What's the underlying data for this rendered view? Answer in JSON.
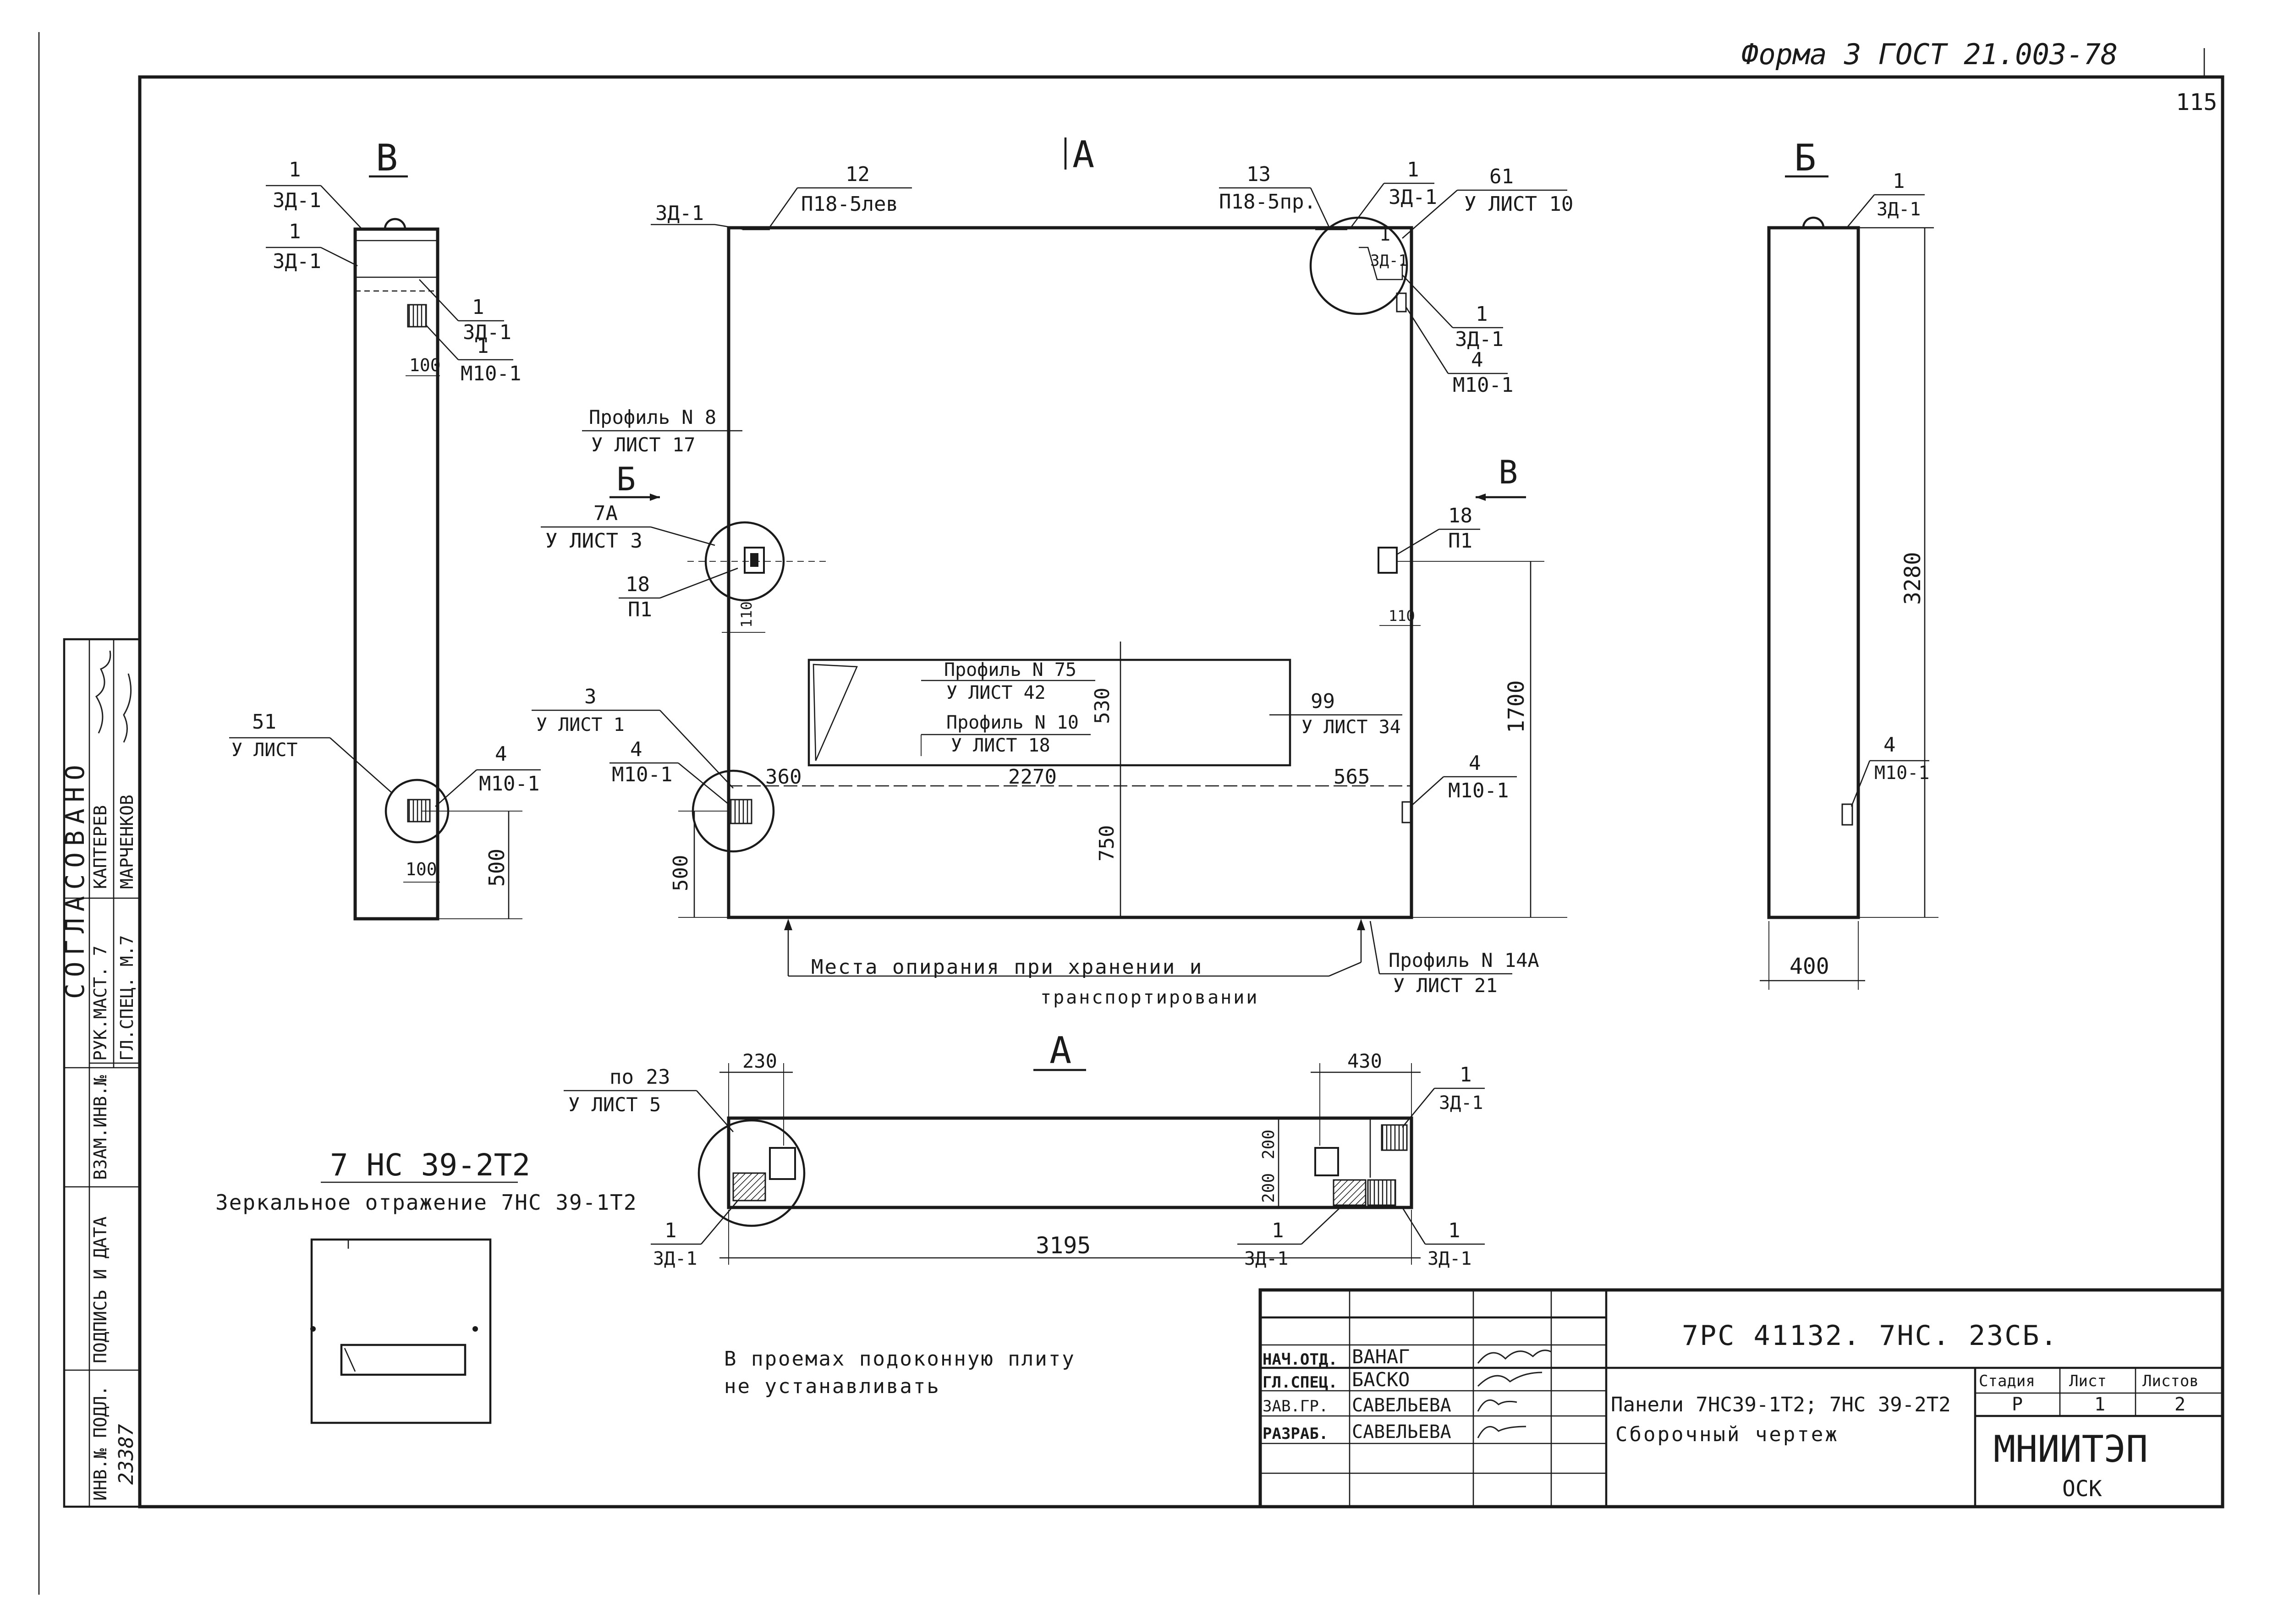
{
  "header": {
    "form": "Форма 3  ГОСТ 21.003-78",
    "sheet_no": "115"
  },
  "sideblock": {
    "title": "СОГЛАСОВАНО",
    "rows": [
      {
        "role": "РУК.МАСТ. 7",
        "name": "КАПТЕРЕВ"
      },
      {
        "role": "ГЛ.СПЕЦ. М.7",
        "name": "МАРЧЕНКОВ"
      }
    ],
    "inv_cols": [
      "ИНВ.№ ПОДЛ.",
      "ПОДПИСЬ И ДАТА",
      "ВЗАМ.ИНВ.№"
    ],
    "inv_value": "23387"
  },
  "views": {
    "top_arrow": "А",
    "view_B_title": "В",
    "view_Bl_title": "Б",
    "plan_title": "А",
    "section_B_marker": "Б",
    "section_V_marker": "В"
  },
  "labels": {
    "v_3d1_a_num": "1",
    "v_3d1_a_den": "3Д-1",
    "v_3d1_b_num": "1",
    "v_3d1_b_den": "3Д-1",
    "v_3d1_c_num": "1",
    "v_3d1_c_den": "3Д-1",
    "v_m10_num": "1",
    "v_m10_den": "М10-1",
    "v_dim_100a": "100",
    "v_51_num": "51",
    "v_51_den": "У ЛИСТ",
    "v_4_num": "4",
    "v_4_den": "М10-1",
    "v_dim_100b": "100",
    "v_dim_500": "500",
    "f_3d1_tl": "3Д-1",
    "f_12_num": "12",
    "f_12_den": "П18-5лев",
    "f_13_num": "13",
    "f_13_den": "П18-5пр.",
    "f_1_tr_num": "1",
    "f_1_tr_den": "3Д-1",
    "f_61_num": "61",
    "f_61_den": "У ЛИСТ 10",
    "f_inner_1": "1",
    "f_inner_3d1": "3Д-1",
    "f_r_1_num": "1",
    "f_r_1_den": "3Д-1",
    "f_r_4_num": "4",
    "f_r_4_den": "М10-1",
    "f_prof8_num": "Профиль N 8",
    "f_prof8_den": "У ЛИСТ 17",
    "f_7a_num": "7А",
    "f_7a_den": "У ЛИСТ 3",
    "f_18l_num": "18",
    "f_18l_den": "П1",
    "f_18r_num": "18",
    "f_18r_den": "П1",
    "f_dim_110a": "110",
    "f_dim_110b": "110",
    "f_prof75_num": "Профиль N 75",
    "f_prof75_den": "У ЛИСТ 42",
    "f_prof10_num": "Профиль N 10",
    "f_prof10_den": "У ЛИСТ 18",
    "f_99_num": "99",
    "f_99_den": "У ЛИСТ 34",
    "f_3_num": "3",
    "f_3_den": "У ЛИСТ 1",
    "f_4l_num": "4",
    "f_4l_den": "М10-1",
    "f_4r_num": "4",
    "f_4r_den": "М10-1",
    "f_dim_360": "360",
    "f_dim_2270": "2270",
    "f_dim_565": "565",
    "f_dim_530": "530",
    "f_dim_750": "750",
    "f_dim_500": "500",
    "f_dim_1700": "1700",
    "f_support_1": "Места опирания при хранении и",
    "f_support_2": "транспортировании",
    "f_prof14_num": "Профиль N 14А",
    "f_prof14_den": "У ЛИСТ 21",
    "b_1_num": "1",
    "b_1_den": "3Д-1",
    "b_dim_3280": "3280",
    "b_4_num": "4",
    "b_4_den": "М10-1",
    "b_dim_400": "400",
    "p_23_num": "по 23",
    "p_23_den": "У ЛИСТ 5",
    "p_dim_230": "230",
    "p_dim_430": "430",
    "p_1_tr_num": "1",
    "p_1_tr_den": "3Д-1",
    "p_dim_200a": "200",
    "p_dim_200b": "200",
    "p_1_bl_num": "1",
    "p_1_bl_den": "3Д-1",
    "p_1_bm_num": "1",
    "p_1_bm_den": "3Д-1",
    "p_1_br_num": "1",
    "p_1_br_den": "3Д-1",
    "p_dim_3195": "3195"
  },
  "mirror": {
    "title": "7 НС 39-2Т2",
    "subtitle": "Зеркальное отражение 7НС 39-1Т2"
  },
  "note": {
    "line1": "В проемах подоконную плиту",
    "line2": "не устанавливать"
  },
  "title_block": {
    "code": "7РС 41132. 7НС. 23СБ.",
    "staff": [
      {
        "role": "НАЧ.ОТД.",
        "name": "ВАНАГ"
      },
      {
        "role": "ГЛ.СПЕЦ.",
        "name": "БАСКО"
      },
      {
        "role": "ЗАВ.ГР.",
        "name": "САВЕЛЬЕВА"
      },
      {
        "role": "РАЗРАБ.",
        "name": "САВЕЛЬЕВА"
      }
    ],
    "desc1": "Панели 7НС39-1Т2; 7НС 39-2Т2",
    "desc2": "Сборочный чертеж",
    "stage_h": "Стадия",
    "sheet_h": "Лист",
    "sheets_h": "Листов",
    "stage": "Р",
    "sheet": "1",
    "sheets": "2",
    "org": "МНИИТЭП",
    "dept": "ОСК"
  }
}
